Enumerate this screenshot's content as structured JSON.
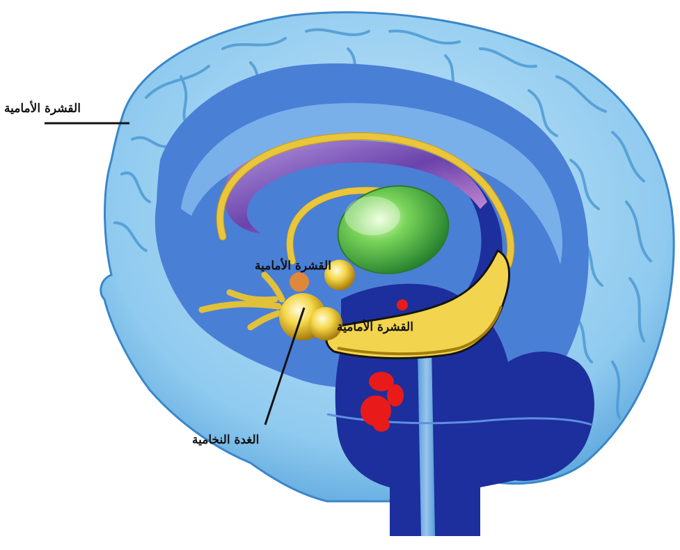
{
  "labels": {
    "frontal_cortex": "القشرة الأمامية",
    "inner_label_1": "القشرة الأمامية",
    "inner_label_2": "القشرة الأمامية",
    "pituitary": "الغدة النخامية"
  },
  "colors": {
    "cortex_light": "#d6eef8",
    "cortex_mid": "#7fc4ec",
    "cortex_edge": "#3a8ccc",
    "inner_blue": "#4a7fd6",
    "band_blue": "#7ab0ea",
    "deep_blue": "#1c2f9c",
    "stem_blue": "#1a3a9e",
    "limbic_yellow": "#f0d24a",
    "limbic_outline": "#b58a10",
    "thalamus_green": "#39a84a",
    "cingulate_purple": "#6a3aa0",
    "red_nuclei": "#e81a1a"
  }
}
